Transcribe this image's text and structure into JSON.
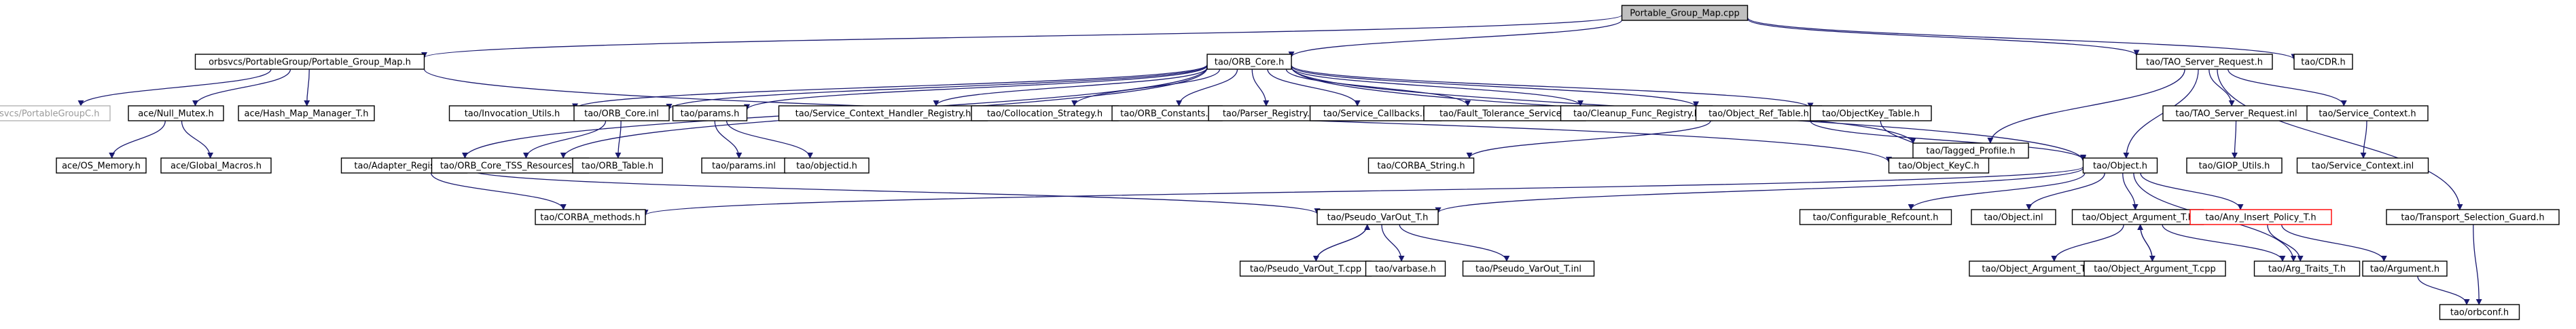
{
  "diagram": {
    "type": "include-dependency-graph",
    "colors": {
      "edge": "#191970",
      "root_fill": "#bfbfbf",
      "node_fill": "#ffffff",
      "external_border": "#b3b3b3",
      "truncated_border": "#ff0000"
    },
    "nodes": [
      {
        "id": "root",
        "label": "Portable_Group_Map.cpp",
        "style": "root"
      },
      {
        "id": "pgm_h",
        "label": "orbsvcs/PortableGroup/Portable_Group_Map.h"
      },
      {
        "id": "orb_core",
        "label": "tao/ORB_Core.h"
      },
      {
        "id": "server_req",
        "label": "tao/TAO_Server_Request.h"
      },
      {
        "id": "cdr",
        "label": "tao/CDR.h"
      },
      {
        "id": "pg_h",
        "label": "orbsvcs/PortableGroupC.h",
        "style": "ext"
      },
      {
        "id": "null_mutex",
        "label": "ace/Null_Mutex.h"
      },
      {
        "id": "hash_map",
        "label": "ace/Hash_Map_Manager_T.h"
      },
      {
        "id": "os_memory",
        "label": "ace/OS_Memory.h"
      },
      {
        "id": "global_macros",
        "label": "ace/Global_Macros.h"
      },
      {
        "id": "invocation_utils",
        "label": "tao/Invocation_Utils.h"
      },
      {
        "id": "orb_core_inl",
        "label": "tao/ORB_Core.inl"
      },
      {
        "id": "params_h",
        "label": "tao/params.h"
      },
      {
        "id": "sc_handler",
        "label": "tao/Service_Context_Handler_Registry.h"
      },
      {
        "id": "collocation",
        "label": "tao/Collocation_Strategy.h"
      },
      {
        "id": "orb_constants",
        "label": "tao/ORB_Constants.h"
      },
      {
        "id": "parser_reg",
        "label": "tao/Parser_Registry.h"
      },
      {
        "id": "svc_callbacks",
        "label": "tao/Service_Callbacks.h"
      },
      {
        "id": "fault_tol",
        "label": "tao/Fault_Tolerance_Service.h"
      },
      {
        "id": "cleanup",
        "label": "tao/Cleanup_Func_Registry.h"
      },
      {
        "id": "obj_ref_table",
        "label": "tao/Object_Ref_Table.h"
      },
      {
        "id": "objkey_table",
        "label": "tao/ObjectKey_Table.h"
      },
      {
        "id": "tagged_profile",
        "label": "tao/Tagged_Profile.h"
      },
      {
        "id": "sr_inl",
        "label": "tao/TAO_Server_Request.inl"
      },
      {
        "id": "svc_ctx_h",
        "label": "tao/Service_Context.h"
      },
      {
        "id": "adapter_reg",
        "label": "tao/Adapter_Registry.h"
      },
      {
        "id": "tss_res",
        "label": "tao/ORB_Core_TSS_Resources.h"
      },
      {
        "id": "orb_table",
        "label": "tao/ORB_Table.h"
      },
      {
        "id": "params_inl",
        "label": "tao/params.inl"
      },
      {
        "id": "objectid",
        "label": "tao/objectid.h"
      },
      {
        "id": "corba_string",
        "label": "tao/CORBA_String.h"
      },
      {
        "id": "objkey_c",
        "label": "tao/Object_KeyC.h"
      },
      {
        "id": "object_h",
        "label": "tao/Object.h"
      },
      {
        "id": "giop_utils",
        "label": "tao/GIOP_Utils.h"
      },
      {
        "id": "svc_ctx_inl",
        "label": "tao/Service_Context.inl"
      },
      {
        "id": "corba_methods",
        "label": "tao/CORBA_methods.h"
      },
      {
        "id": "pvo_h",
        "label": "tao/Pseudo_VarOut_T.h"
      },
      {
        "id": "config_refcount",
        "label": "tao/Configurable_Refcount.h"
      },
      {
        "id": "object_inl",
        "label": "tao/Object.inl"
      },
      {
        "id": "obj_arg_h",
        "label": "tao/Object_Argument_T.h"
      },
      {
        "id": "any_insert",
        "label": "tao/Any_Insert_Policy_T.h",
        "style": "red"
      },
      {
        "id": "transport_guard",
        "label": "tao/Transport_Selection_Guard.h"
      },
      {
        "id": "pvo_cpp",
        "label": "tao/Pseudo_VarOut_T.cpp"
      },
      {
        "id": "varbase",
        "label": "tao/varbase.h"
      },
      {
        "id": "pvo_inl",
        "label": "tao/Pseudo_VarOut_T.inl"
      },
      {
        "id": "obj_arg_inl",
        "label": "tao/Object_Argument_T.inl"
      },
      {
        "id": "obj_arg_cpp",
        "label": "tao/Object_Argument_T.cpp"
      },
      {
        "id": "arg_traits",
        "label": "tao/Arg_Traits_T.h"
      },
      {
        "id": "argument_h",
        "label": "tao/Argument.h"
      },
      {
        "id": "orbconf",
        "label": "tao/orbconf.h"
      }
    ],
    "edges": [
      [
        "root",
        "pgm_h"
      ],
      [
        "root",
        "orb_core"
      ],
      [
        "root",
        "server_req"
      ],
      [
        "root",
        "cdr"
      ],
      [
        "pgm_h",
        "pg_h"
      ],
      [
        "pgm_h",
        "null_mutex"
      ],
      [
        "pgm_h",
        "hash_map"
      ],
      [
        "pgm_h",
        "objkey_c"
      ],
      [
        "null_mutex",
        "os_memory"
      ],
      [
        "null_mutex",
        "global_macros"
      ],
      [
        "orb_core",
        "invocation_utils"
      ],
      [
        "orb_core",
        "orb_core_inl"
      ],
      [
        "orb_core",
        "params_h"
      ],
      [
        "orb_core",
        "sc_handler"
      ],
      [
        "orb_core",
        "collocation"
      ],
      [
        "orb_core",
        "orb_constants"
      ],
      [
        "orb_core",
        "parser_reg"
      ],
      [
        "orb_core",
        "svc_callbacks"
      ],
      [
        "orb_core",
        "fault_tol"
      ],
      [
        "orb_core",
        "cleanup"
      ],
      [
        "orb_core",
        "obj_ref_table"
      ],
      [
        "orb_core",
        "objkey_table"
      ],
      [
        "orb_core",
        "adapter_reg"
      ],
      [
        "orb_core",
        "tss_res"
      ],
      [
        "orb_core",
        "object_h"
      ],
      [
        "orb_core",
        "tagged_profile"
      ],
      [
        "server_req",
        "tagged_profile"
      ],
      [
        "server_req",
        "sr_inl"
      ],
      [
        "server_req",
        "svc_ctx_h"
      ],
      [
        "server_req",
        "object_h"
      ],
      [
        "server_req",
        "transport_guard"
      ],
      [
        "orb_core_inl",
        "tss_res"
      ],
      [
        "orb_core_inl",
        "orb_table"
      ],
      [
        "params_h",
        "params_inl"
      ],
      [
        "params_h",
        "objectid"
      ],
      [
        "obj_ref_table",
        "corba_string"
      ],
      [
        "obj_ref_table",
        "object_h"
      ],
      [
        "objkey_table",
        "objkey_c"
      ],
      [
        "tagged_profile",
        "objkey_c"
      ],
      [
        "sr_inl",
        "giop_utils"
      ],
      [
        "svc_ctx_h",
        "svc_ctx_inl"
      ],
      [
        "adapter_reg",
        "corba_methods"
      ],
      [
        "adapter_reg",
        "pvo_h"
      ],
      [
        "object_h",
        "corba_methods"
      ],
      [
        "object_h",
        "pvo_h"
      ],
      [
        "object_h",
        "config_refcount"
      ],
      [
        "object_h",
        "object_inl"
      ],
      [
        "object_h",
        "obj_arg_h"
      ],
      [
        "object_h",
        "any_insert"
      ],
      [
        "object_h",
        "arg_traits"
      ],
      [
        "pvo_h",
        "pvo_cpp"
      ],
      [
        "pvo_h",
        "varbase"
      ],
      [
        "pvo_h",
        "pvo_inl"
      ],
      [
        "pvo_cpp",
        "pvo_h"
      ],
      [
        "obj_arg_h",
        "obj_arg_inl"
      ],
      [
        "obj_arg_h",
        "obj_arg_cpp"
      ],
      [
        "obj_arg_cpp",
        "obj_arg_h"
      ],
      [
        "obj_arg_h",
        "arg_traits"
      ],
      [
        "any_insert",
        "arg_traits"
      ],
      [
        "any_insert",
        "argument_h"
      ],
      [
        "argument_h",
        "orbconf"
      ],
      [
        "transport_guard",
        "orbconf"
      ]
    ]
  }
}
